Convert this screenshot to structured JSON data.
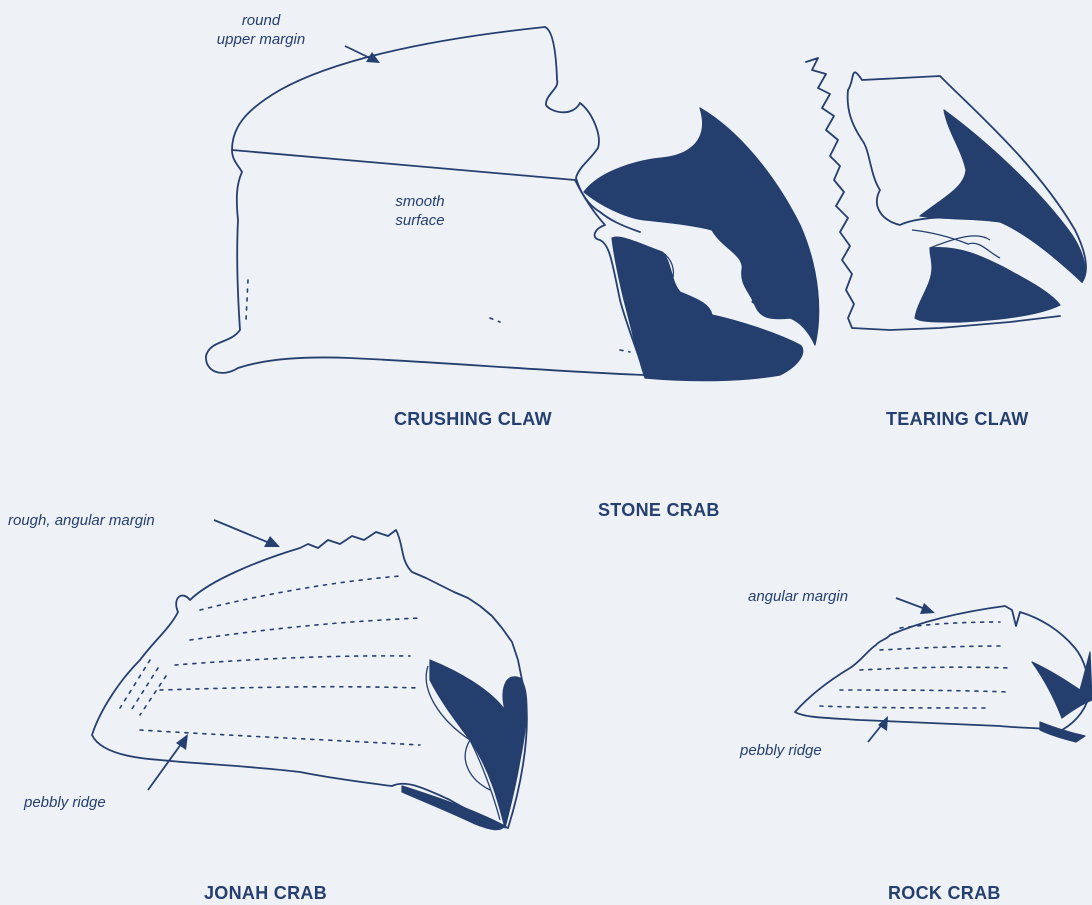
{
  "labels": {
    "crushing_claw": "CRUSHING CLAW",
    "tearing_claw": "TEARING CLAW",
    "stone_crab": "STONE CRAB",
    "jonah_crab": "JONAH CRAB",
    "rock_crab": "ROCK CRAB"
  },
  "annotations": {
    "round_upper_margin": [
      "round",
      "upper margin"
    ],
    "smooth_surface": [
      "smooth",
      "surface"
    ],
    "rough_angular_margin": "rough, angular margin",
    "pebbly_ridge_jonah": "pebbly ridge",
    "angular_margin": "angular margin",
    "pebbly_ridge_rock": "pebbly ridge"
  },
  "colors": {
    "ink": "#253f6e",
    "shading": "#243e6d",
    "paper": "#eef1f6"
  }
}
